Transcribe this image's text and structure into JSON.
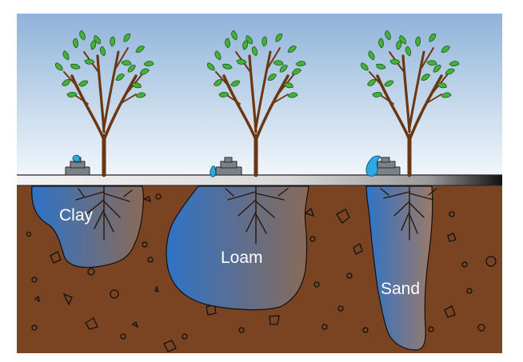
{
  "diagram": {
    "soils": [
      {
        "id": "clay",
        "label": "Clay"
      },
      {
        "id": "loam",
        "label": "Loam"
      },
      {
        "id": "sand",
        "label": "Sand"
      }
    ]
  },
  "colors": {
    "sky_top": "#8fb3d9",
    "sky_bottom": "#f2f7fb",
    "soil": "#7a4423",
    "water_blue": "#2e73c8",
    "trunk": "#6b3612",
    "leaf": "#43b03a",
    "dripper": "#7c8289",
    "water_drop": "#2fa9e0"
  },
  "icons": [
    "tree-icon",
    "dripper-icon",
    "water-drop-icon",
    "root-icon",
    "pebble-icon"
  ]
}
